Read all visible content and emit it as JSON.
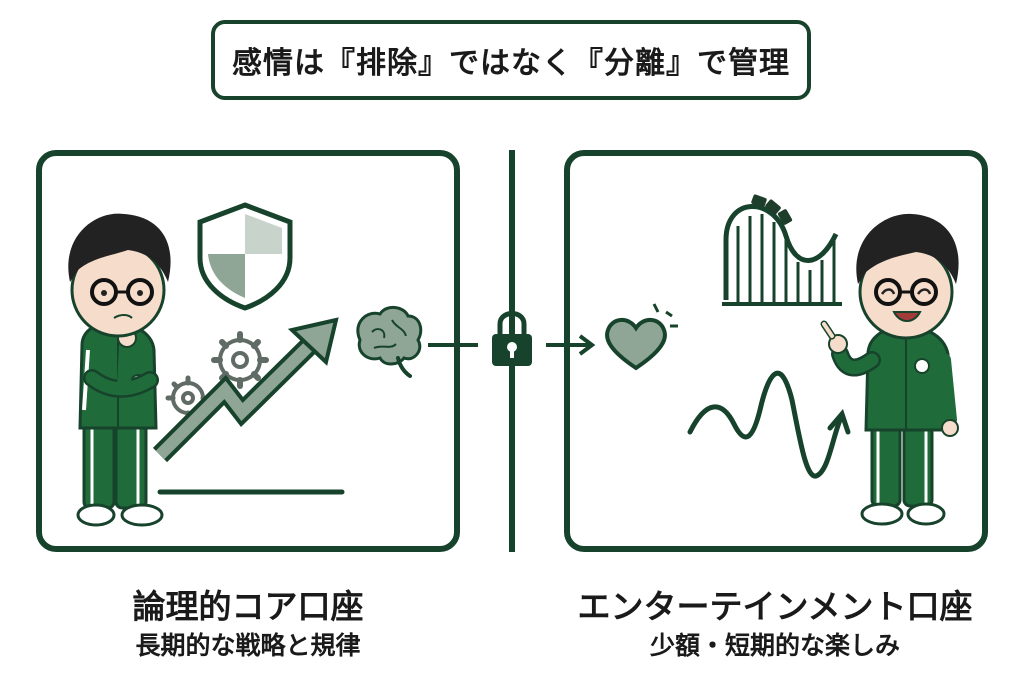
{
  "header": {
    "title": "感情は『排除』ではなく『分離』で管理"
  },
  "left_panel": {
    "title": "論理的コア口座",
    "subtitle": "長期的な戦略と規律"
  },
  "right_panel": {
    "title": "エンターテインメント口座",
    "subtitle": "少額・短期的な楽しみ"
  },
  "colors": {
    "dark_green": "#17432c",
    "jacket_green": "#1f6b3a",
    "gray_green": "#8fa596",
    "light_gray_green": "#c7d3cb"
  },
  "icons": [
    "shield-icon",
    "gear-icon",
    "trend-arrow-icon",
    "brain-icon",
    "lock-icon",
    "heart-icon",
    "roller-coaster-icon",
    "wave-arrow-icon"
  ]
}
